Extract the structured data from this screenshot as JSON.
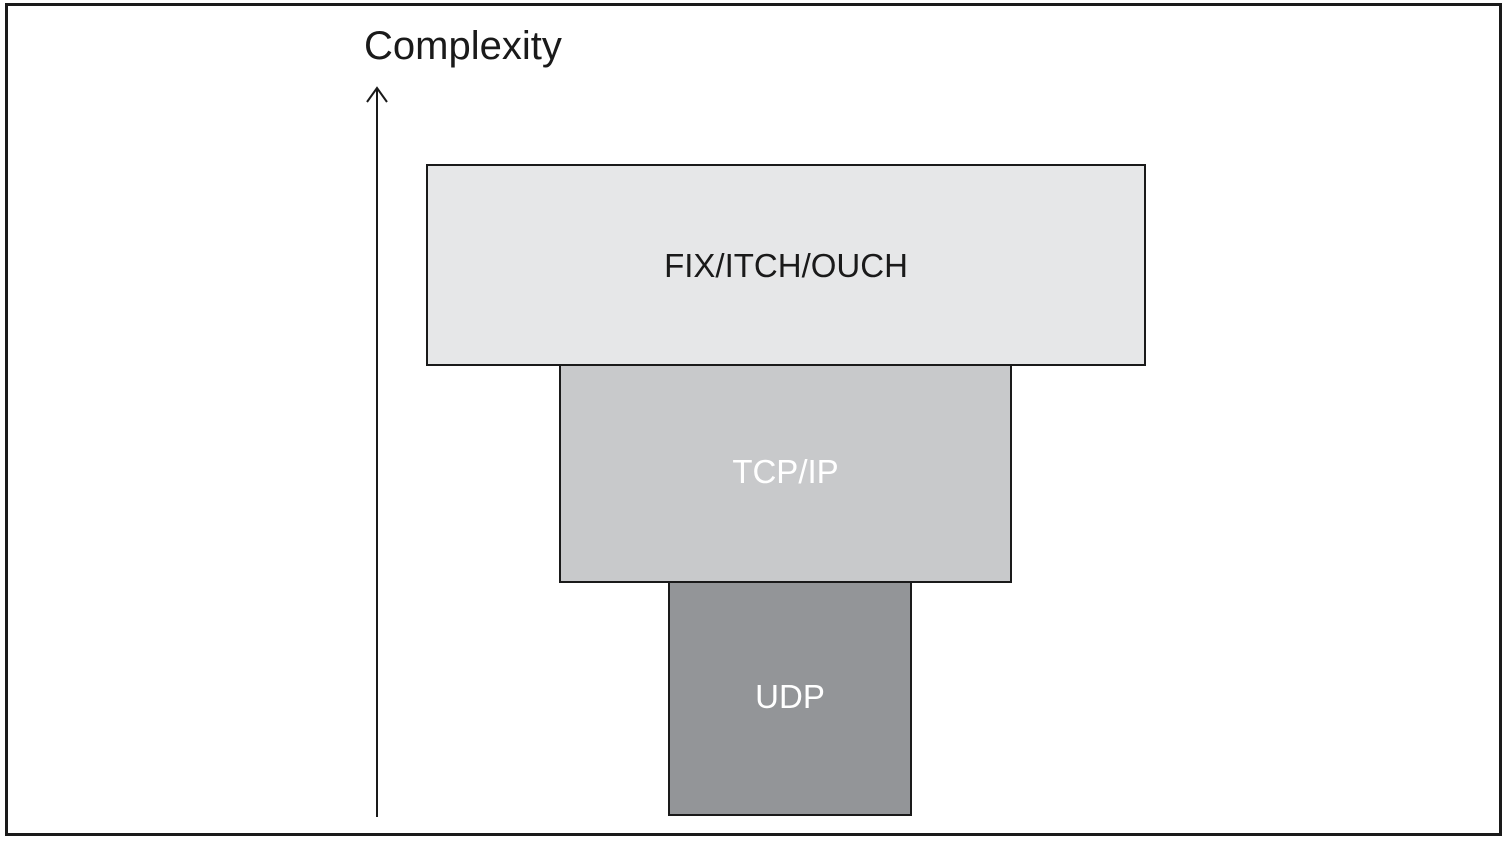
{
  "diagram": {
    "axis": {
      "label": "Complexity",
      "direction": "up"
    },
    "layers": [
      {
        "id": "top",
        "label": "FIX/ITCH/OUCH",
        "fill": "#e6e7e8",
        "text_color": "#1a1a1a"
      },
      {
        "id": "middle",
        "label": "TCP/IP",
        "fill": "#c8c9cb",
        "text_color": "#ffffff"
      },
      {
        "id": "bottom",
        "label": "UDP",
        "fill": "#939598",
        "text_color": "#ffffff"
      }
    ],
    "colors": {
      "border": "#1a1a1a",
      "background": "#ffffff"
    }
  }
}
